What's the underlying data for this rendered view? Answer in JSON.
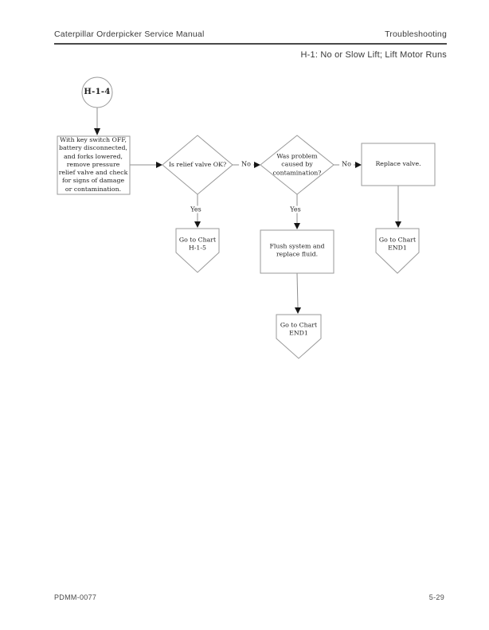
{
  "header": {
    "manual_title": "Caterpillar Orderpicker Service Manual",
    "section": "Troubleshooting",
    "chart_title": "H-1: No or Slow Lift; Lift Motor Runs"
  },
  "flowchart": {
    "start": {
      "label": "H-1-4"
    },
    "check_valve": {
      "text": "With key switch OFF,\nbattery disconnected,\nand forks lowered,\nremove pressure\nrelief valve and check\nfor signs of damage\nor contamination."
    },
    "decision_relief_valve": {
      "text": "Is relief valve OK?"
    },
    "decision_contamination": {
      "text": "Was problem\ncaused by\ncontamination?"
    },
    "replace_valve": {
      "text": "Replace valve."
    },
    "flush_system": {
      "text": "Flush system and\nreplace fluid."
    },
    "goto_h15": {
      "text": "Go to Chart\nH-1-5"
    },
    "goto_end1_right": {
      "text": "Go to Chart\nEND1"
    },
    "goto_end1_bottom": {
      "text": "Go to Chart\nEND1"
    },
    "edges": {
      "yes1": "Yes",
      "yes2": "Yes",
      "no1": "No",
      "no2": "No"
    }
  },
  "footer": {
    "doc_number": "PDMM-0077",
    "page_number": "5-29"
  },
  "colors": {
    "line": "#8f8f8f",
    "shape_border": "#9a9a9a",
    "arrowhead": "#161616",
    "rule": "#4a4a4a"
  }
}
